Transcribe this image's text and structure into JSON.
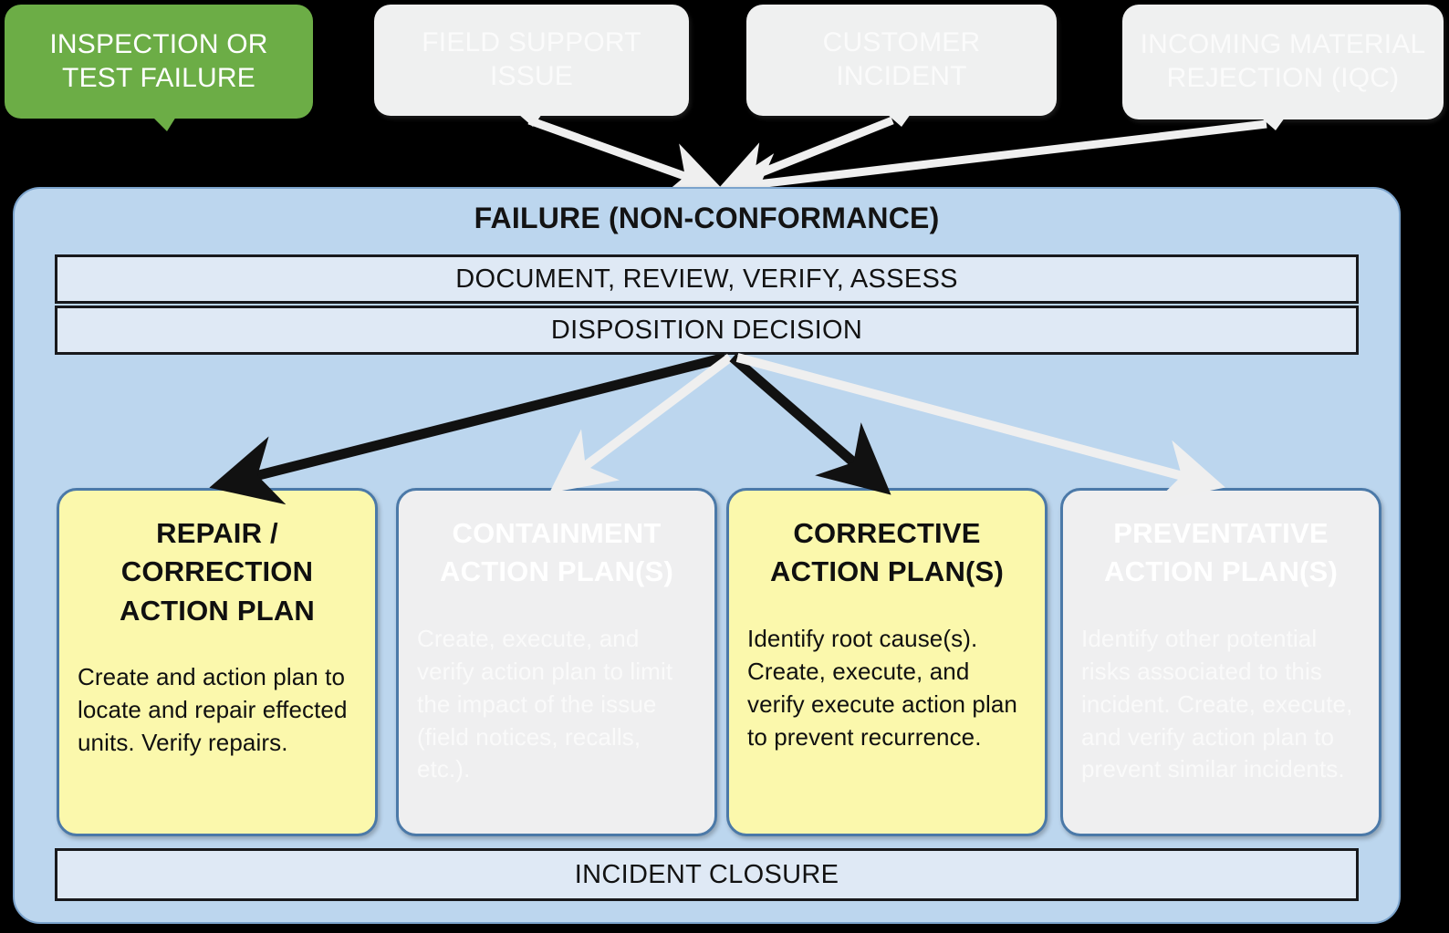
{
  "sources": [
    {
      "id": "inspection-or-test-failure",
      "label": "INSPECTION OR TEST FAILURE",
      "style": "highlighted",
      "fill": "#6cad46",
      "text_color": "#ffffff"
    },
    {
      "id": "field-support-issue",
      "label": "FIELD SUPPORT ISSUE",
      "style": "faded",
      "fill": "#eff0f0",
      "text_color": "#fbfbfb"
    },
    {
      "id": "customer-incident",
      "label": "CUSTOMER INCIDENT",
      "style": "faded",
      "fill": "#eff0f0",
      "text_color": "#fbfbfb"
    },
    {
      "id": "incoming-material-rejection",
      "label": "INCOMING MATERIAL REJECTION (IQC)",
      "style": "faded",
      "fill": "#eff0f0",
      "text_color": "#fbfbfb"
    }
  ],
  "panel": {
    "title": "FAILURE (NON-CONFORMANCE)",
    "fill": "#bcd6ee",
    "border": "#7ba3cc",
    "strip_fill": "#dfe9f5",
    "strip_border": "#18191c",
    "steps": {
      "document": "DOCUMENT, REVIEW, VERIFY, ASSESS",
      "disposition": "DISPOSITION  DECISION",
      "closure": "INCIDENT CLOSURE"
    }
  },
  "action_plans": [
    {
      "id": "repair-correction-action-plan",
      "title": "REPAIR /\nCORRECTION\nACTION PLAN",
      "body": "Create and action plan to locate and repair effected units.  Verify repairs.",
      "style": "highlighted",
      "fill": "#fbf8ac",
      "text_color": "#101010",
      "arrow_color": "#000000"
    },
    {
      "id": "containment-action-plan",
      "title": "CONTAINMENT\nACTION PLAN(S)",
      "body": "Create, execute, and verify action plan to limit the impact of the issue (field notices, recalls, etc.).",
      "style": "faded",
      "fill": "#efeff0",
      "text_color": "#ffffff",
      "arrow_color": "#efefef"
    },
    {
      "id": "corrective-action-plan",
      "title": "CORRECTIVE\nACTION PLAN(S)",
      "body": "Identify root cause(s). Create, execute, and verify execute action plan to prevent recurrence.",
      "style": "highlighted",
      "fill": "#fbf8ac",
      "text_color": "#101010",
      "arrow_color": "#000000"
    },
    {
      "id": "preventative-action-plan",
      "title": "PREVENTATIVE\nACTION PLAN(S)",
      "body": "Identify other potential risks associated to this incident.  Create, execute, and verify action plan to prevent similar incidents.",
      "style": "faded",
      "fill": "#efeff0",
      "text_color": "#ffffff",
      "arrow_color": "#efefef"
    }
  ],
  "colors": {
    "background": "#000000",
    "highlight_green": "#6cad46",
    "highlight_yellow": "#fbf8ac",
    "faded_gray": "#efeff0",
    "panel_blue": "#bcd6ee",
    "arrow_dark": "#000000",
    "arrow_light": "#efefef"
  }
}
